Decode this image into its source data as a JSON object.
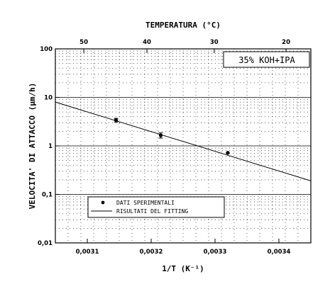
{
  "chart_data": {
    "type": "scatter",
    "title_top": "TEMPERATURA (°C)",
    "xlabel": "1/T (K⁻¹)",
    "ylabel": "VELOCITA' DI ATTACCO (µm/h)",
    "annotation": "35% KOH+IPA",
    "x_scale": "linear",
    "y_scale": "log",
    "xlim": [
      0.00305,
      0.00345
    ],
    "ylim": [
      0.01,
      100
    ],
    "grid": true,
    "x_ticks": [
      {
        "value": 0.0031,
        "label": "0,0031"
      },
      {
        "value": 0.0032,
        "label": "0,0032"
      },
      {
        "value": 0.0033,
        "label": "0,0033"
      },
      {
        "value": 0.0034,
        "label": "0,0034"
      }
    ],
    "y_ticks": [
      {
        "value": 0.01,
        "label": "0,01"
      },
      {
        "value": 0.1,
        "label": "0,1"
      },
      {
        "value": 1,
        "label": "1"
      },
      {
        "value": 10,
        "label": "10"
      },
      {
        "value": 100,
        "label": "100"
      }
    ],
    "top_ticks": [
      {
        "celsius": 50,
        "label": "50"
      },
      {
        "celsius": 40,
        "label": "40"
      },
      {
        "celsius": 30,
        "label": "30"
      },
      {
        "celsius": 20,
        "label": "20"
      }
    ],
    "series": [
      {
        "name": "DATI SPERIMENTALI",
        "kind": "points",
        "x": [
          0.003145,
          0.003215,
          0.00332
        ],
        "y": [
          3.4,
          1.65,
          0.72
        ],
        "yerr_low": [
          3.1,
          1.45,
          0.72
        ],
        "yerr_high": [
          3.7,
          1.85,
          0.72
        ]
      },
      {
        "name": "RISULTATI DEL FITTING",
        "kind": "line",
        "x": [
          0.00305,
          0.00345
        ],
        "y": [
          8.0,
          0.19
        ]
      }
    ],
    "legend_position": "bottom-left"
  }
}
